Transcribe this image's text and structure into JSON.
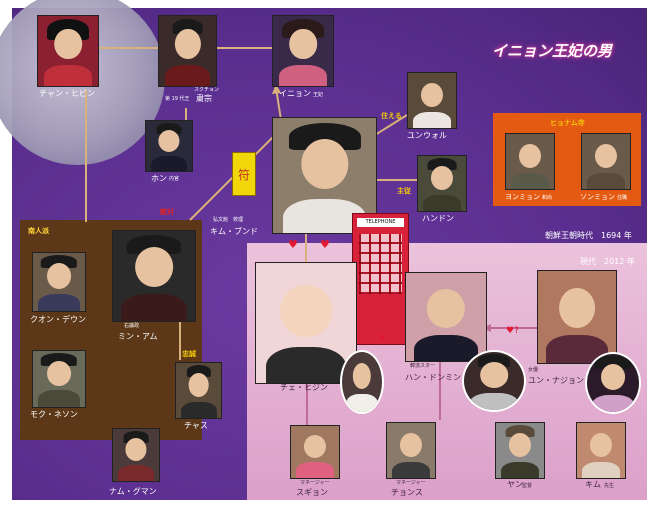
{
  "title": "イニョン王妃の男",
  "eras": {
    "joseon": "朝鮮王朝時代　1694 年",
    "modern": "現代　2012 年"
  },
  "groups": {
    "faction": "南人派",
    "hyunam": "ヒョナム寺"
  },
  "relations": {
    "serves": "住える",
    "master": "主従",
    "enemy": "敵対",
    "loyal": "忠誠"
  },
  "talisman_text": "符",
  "characters": {
    "chang_hibin": {
      "name": "チャン・ヒビン"
    },
    "sukjong": {
      "name": "粛宗",
      "sub": "第 19 代王",
      "ruby": "スクチョン"
    },
    "inhyeon": {
      "name": "イニョン",
      "sub": "王妃"
    },
    "hon": {
      "name": "ホン",
      "sub": "内官"
    },
    "kim_bung": {
      "name": "キム・ブンド",
      "sub": "弘文館　校理"
    },
    "yunwol": {
      "name": "ユンウォル"
    },
    "handong": {
      "name": "ハンドン"
    },
    "yong_myong": {
      "name": "ヨンミョン",
      "sub": "和尚"
    },
    "son_myong": {
      "name": "ソンミョン",
      "sub": "住職"
    },
    "kwon_deun": {
      "name": "クオン・デウン"
    },
    "min_am": {
      "name": "ミン・アム",
      "sub": "右議政"
    },
    "mok_neson": {
      "name": "モク・ネソン"
    },
    "chasu": {
      "name": "チャス"
    },
    "nam_gman": {
      "name": "ナム・グマン"
    },
    "choi_hijin": {
      "name": "チェ・ヒジン"
    },
    "han_dongmin": {
      "name": "ハン・ドンミン",
      "sub": "韓流スター"
    },
    "yun_najon": {
      "name": "ユン・ナジョン",
      "sub": "女優"
    },
    "sugyon": {
      "name": "スギョン",
      "sub": "マネージャー"
    },
    "chongsu": {
      "name": "チョンス",
      "sub": "マネージャー"
    },
    "yan": {
      "name": "ヤン",
      "sub": "監督"
    },
    "kim": {
      "name": "キム",
      "sub": "先生"
    }
  },
  "booth_label": "TELEPHONE",
  "colors": {
    "joseon_bg": "#5a2e8f",
    "modern_bg": "#e3b0d2",
    "faction_bg": "#5c3818",
    "hyunam_bg": "#e55a12",
    "line": "#d8b27a",
    "accent": "#f1c80a"
  }
}
